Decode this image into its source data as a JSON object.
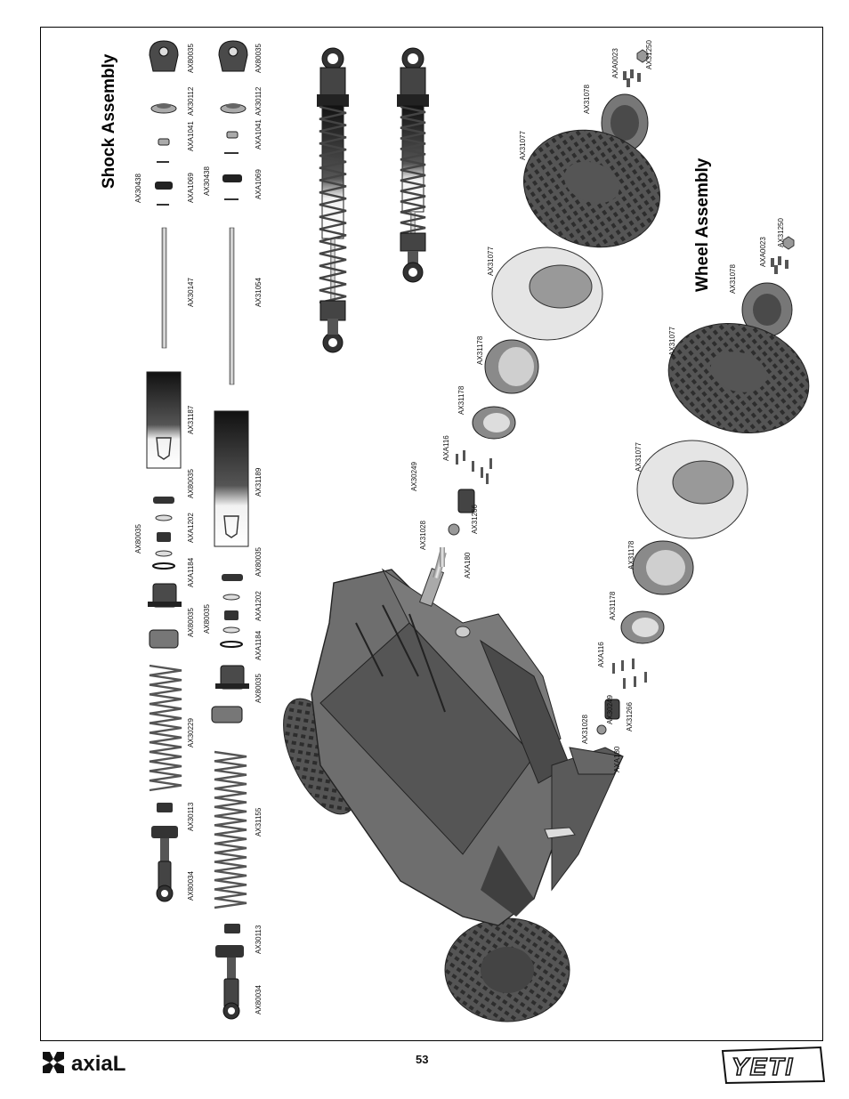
{
  "titles": {
    "shock": "Shock Assembly",
    "wheel": "Wheel Assembly"
  },
  "shock_upper_labels": [
    "AX80035",
    "AX30112",
    "AXA1041",
    "AXA1069",
    "AX30438",
    "AX80035",
    "AX30112",
    "AXA1041",
    "AXA1069",
    "AX30438"
  ],
  "shock_rod_labels": [
    "AX30147",
    "AX31054"
  ],
  "shock_body_labels": [
    "AX31187",
    "AX31189"
  ],
  "shock_lower_labels": [
    "AX80035",
    "AXA1202",
    "AX80035",
    "AXA1184",
    "AX80035",
    "AX30229",
    "AX30113",
    "AX80034",
    "AX80035",
    "AXA1202",
    "AX80035",
    "AXA1184",
    "AX80035",
    "AX31155",
    "AX30113",
    "AX80034"
  ],
  "wheel_upper_labels": [
    "AX31250",
    "AXA0023",
    "AX31078",
    "AX31077",
    "AX31077",
    "AX31178",
    "AX31178",
    "AXA116",
    "AX30249",
    "AX31266",
    "AX31028",
    "AXA180"
  ],
  "wheel_lower_labels": [
    "AX31250",
    "AXA0023",
    "AX31078",
    "AX31077",
    "AX31077",
    "AX31178",
    "AX31178",
    "AXA116",
    "AX30249",
    "AX31266",
    "AX31028",
    "AXA180"
  ],
  "footer": {
    "brand": "axiaL",
    "page_number": "53",
    "model": "YETI"
  },
  "colors": {
    "part_dark": "#3a3a3a",
    "part_mid": "#8a8a8a",
    "part_light": "#d8d8d8",
    "body_gray": "#6e6e6e"
  }
}
